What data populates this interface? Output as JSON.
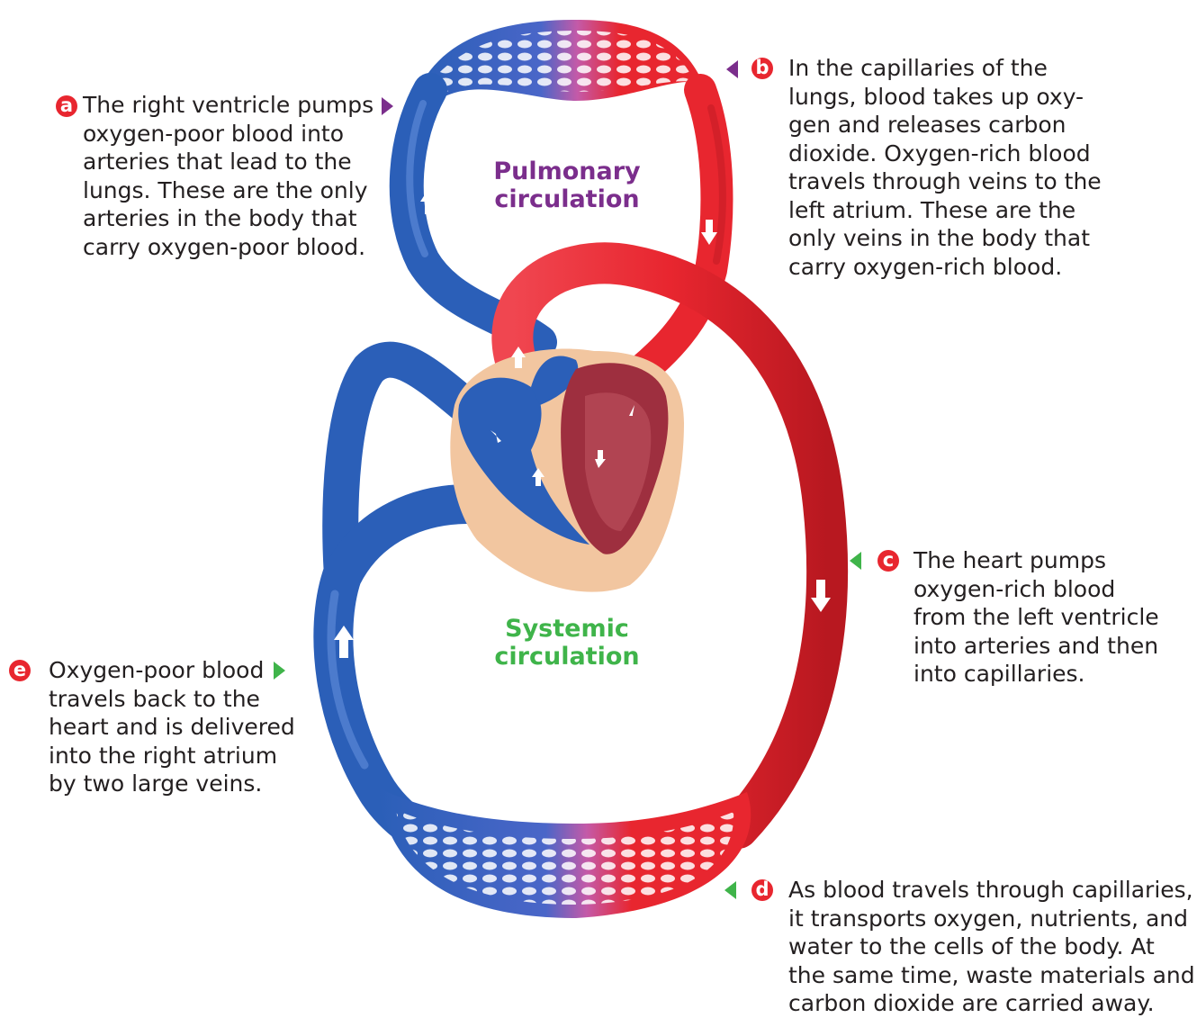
{
  "region_labels": {
    "pulmonary": {
      "lines": [
        "Pulmonary",
        "circulation"
      ],
      "color": "#7b2e8c"
    },
    "systemic": {
      "lines": [
        "Systemic",
        "circulation"
      ],
      "color": "#3fb44a"
    }
  },
  "callouts": {
    "a": {
      "letter": "a",
      "lines": [
        "The right ventricle pumps",
        "oxygen-poor blood into",
        "arteries that lead to the",
        "lungs. These are the only",
        "arteries in the body that",
        "carry oxygen-poor blood."
      ]
    },
    "b": {
      "letter": "b",
      "lines": [
        "In the capillaries of the",
        "lungs, blood takes up oxy-",
        "gen and releases carbon",
        "dioxide. Oxygen-rich blood",
        "travels through veins to the",
        "left atrium. These are the",
        "only veins in the body that",
        "carry oxygen-rich blood."
      ]
    },
    "c": {
      "letter": "c",
      "lines": [
        "The heart pumps",
        "oxygen-rich blood",
        "from the left ventricle",
        "into arteries and then",
        "into capillaries."
      ]
    },
    "d": {
      "letter": "d",
      "lines": [
        "As blood travels through capillaries,",
        "it transports oxygen, nutrients, and",
        "water to the cells of the body. At",
        "the same time, waste materials and",
        "carbon dioxide are carried away."
      ]
    },
    "e": {
      "letter": "e",
      "lines": [
        "Oxygen-poor blood",
        "travels back to the",
        "heart and is delivered",
        "into the right atrium",
        "by two large veins."
      ]
    }
  },
  "colors": {
    "oxygen_poor": "#2b5fb8",
    "oxygen_rich": "#e8262f",
    "badge": "#e8262f",
    "pulmonary_pointer": "#7b2e8c",
    "systemic_pointer": "#3fb44a",
    "heart_tissue": "#f2c6a0"
  }
}
